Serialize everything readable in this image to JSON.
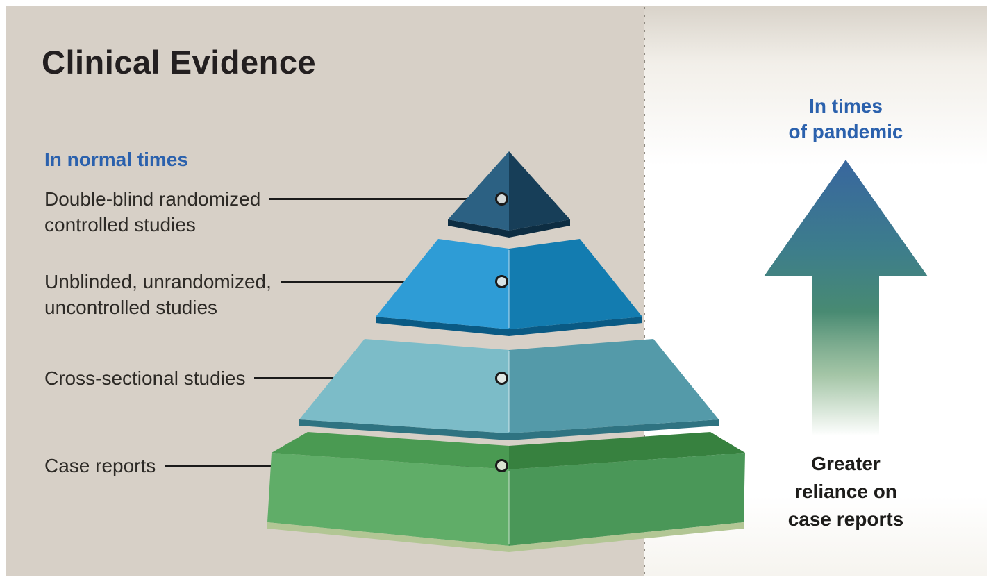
{
  "title": "Clinical Evidence",
  "left_panel": {
    "heading": "In normal times",
    "levels": [
      {
        "line1": "Double-blind randomized",
        "line2": "controlled studies"
      },
      {
        "line1": "Unblinded, unrandomized,",
        "line2": "uncontrolled studies"
      },
      {
        "line1": "Cross-sectional studies",
        "line2": ""
      },
      {
        "line1": "Case reports",
        "line2": ""
      }
    ]
  },
  "right_panel": {
    "heading": {
      "line1": "In times",
      "line2": "of pandemic"
    },
    "caption": {
      "line1": "Greater",
      "line2": "reliance on",
      "line3": "case reports"
    }
  },
  "pyramid": {
    "levels": [
      {
        "name": "double-blind-randomized-controlled-studies",
        "color_left": "#2c6183",
        "color_right": "#173e58",
        "color_edge": "#0d2d42"
      },
      {
        "name": "unblinded-unrandomized-uncontrolled-studies",
        "color_left": "#2e9cd6",
        "color_right": "#137cb0",
        "color_edge": "#0a5a84"
      },
      {
        "name": "cross-sectional-studies",
        "color_left": "#7cbcc8",
        "color_right": "#549aa9",
        "color_edge": "#2f7381"
      },
      {
        "name": "case-reports",
        "color_left": "#60ad68",
        "color_right": "#4a9758",
        "color_top_left": "#4a9a52",
        "color_top_right": "#37813f",
        "color_base": "#b2c694"
      }
    ]
  },
  "arrow": {
    "color_top": "#38669e",
    "color_mid": "#3d7d8c",
    "color_green": "#488a72",
    "color_fade": "#86b289"
  },
  "colors": {
    "background_left": "#d7d0c7",
    "background_right": "#ffffff",
    "accent_blue": "#2b61ad",
    "text_dark": "#231f20",
    "connector": "#1a1a1a",
    "divider": "#8f8a81"
  }
}
